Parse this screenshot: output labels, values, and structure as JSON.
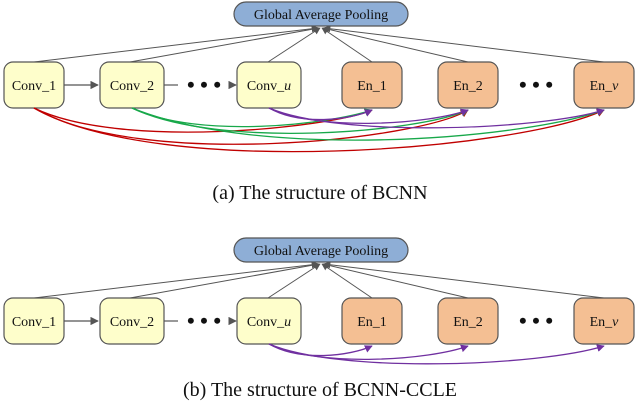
{
  "colors": {
    "conv_fill": "#fefecb",
    "en_fill": "#f4bf93",
    "gap_fill": "#8eaed6",
    "stroke": "#555555",
    "red": "#c00000",
    "green": "#18a84a",
    "purple": "#7030a0"
  },
  "gap_label": "Global Average Pooling",
  "conv_labels": [
    "Conv_1",
    "Conv_2"
  ],
  "conv_u": {
    "base": "Conv_",
    "sub": "u"
  },
  "en_labels": [
    "En_1",
    "En_2"
  ],
  "en_v": {
    "base": "En_",
    "sub": "v"
  },
  "ellipsis": "• • •",
  "ellipsis_right": "•  •  •",
  "caption_a": "(a) The structure of BCNN",
  "caption_b": "(b) The structure of BCNN-CCLE"
}
